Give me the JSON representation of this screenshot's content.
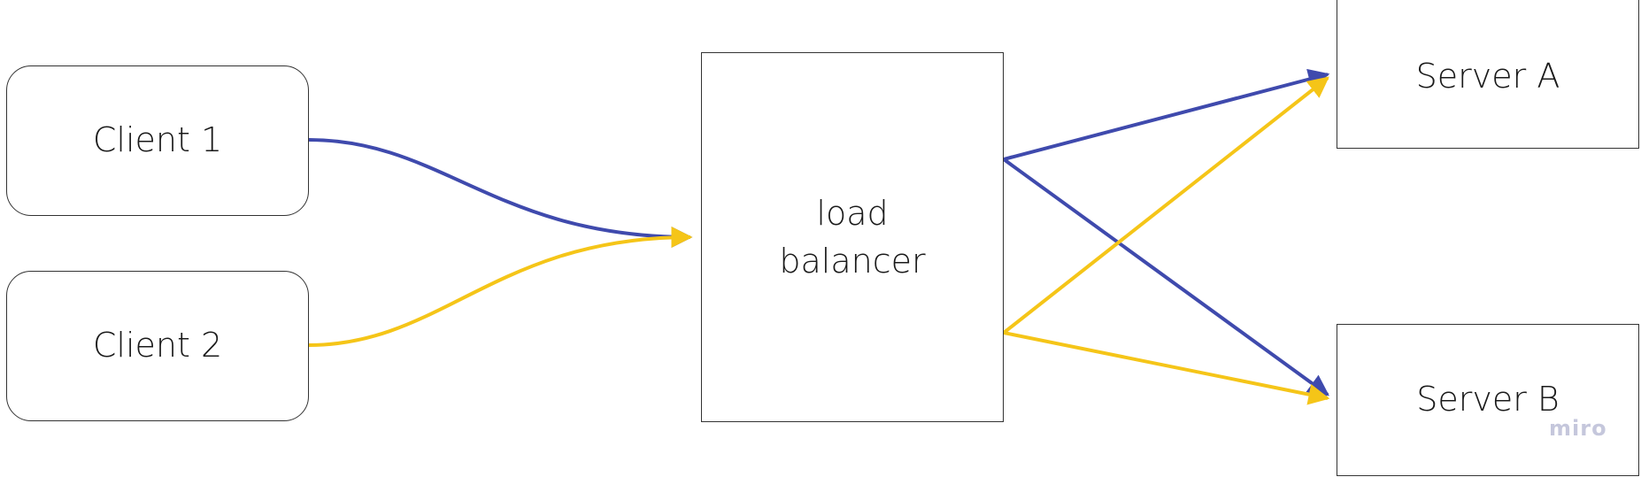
{
  "colors": {
    "blue": "#3f4aad",
    "yellow": "#f5c518",
    "border": "#333333",
    "watermark": "#c5c7dc"
  },
  "nodes": {
    "client1": "Client 1",
    "client2": "Client 2",
    "load_balancer": "load balancer",
    "server_a": "Server A",
    "server_b": "Server B"
  },
  "connections": [
    {
      "from": "client1",
      "to": "load_balancer",
      "color": "blue"
    },
    {
      "from": "client2",
      "to": "load_balancer",
      "color": "yellow"
    },
    {
      "from": "load_balancer",
      "to": "server_a",
      "color": "blue"
    },
    {
      "from": "load_balancer",
      "to": "server_b",
      "color": "blue"
    },
    {
      "from": "load_balancer",
      "to": "server_a",
      "color": "yellow"
    },
    {
      "from": "load_balancer",
      "to": "server_b",
      "color": "yellow"
    }
  ],
  "watermark": "miro"
}
